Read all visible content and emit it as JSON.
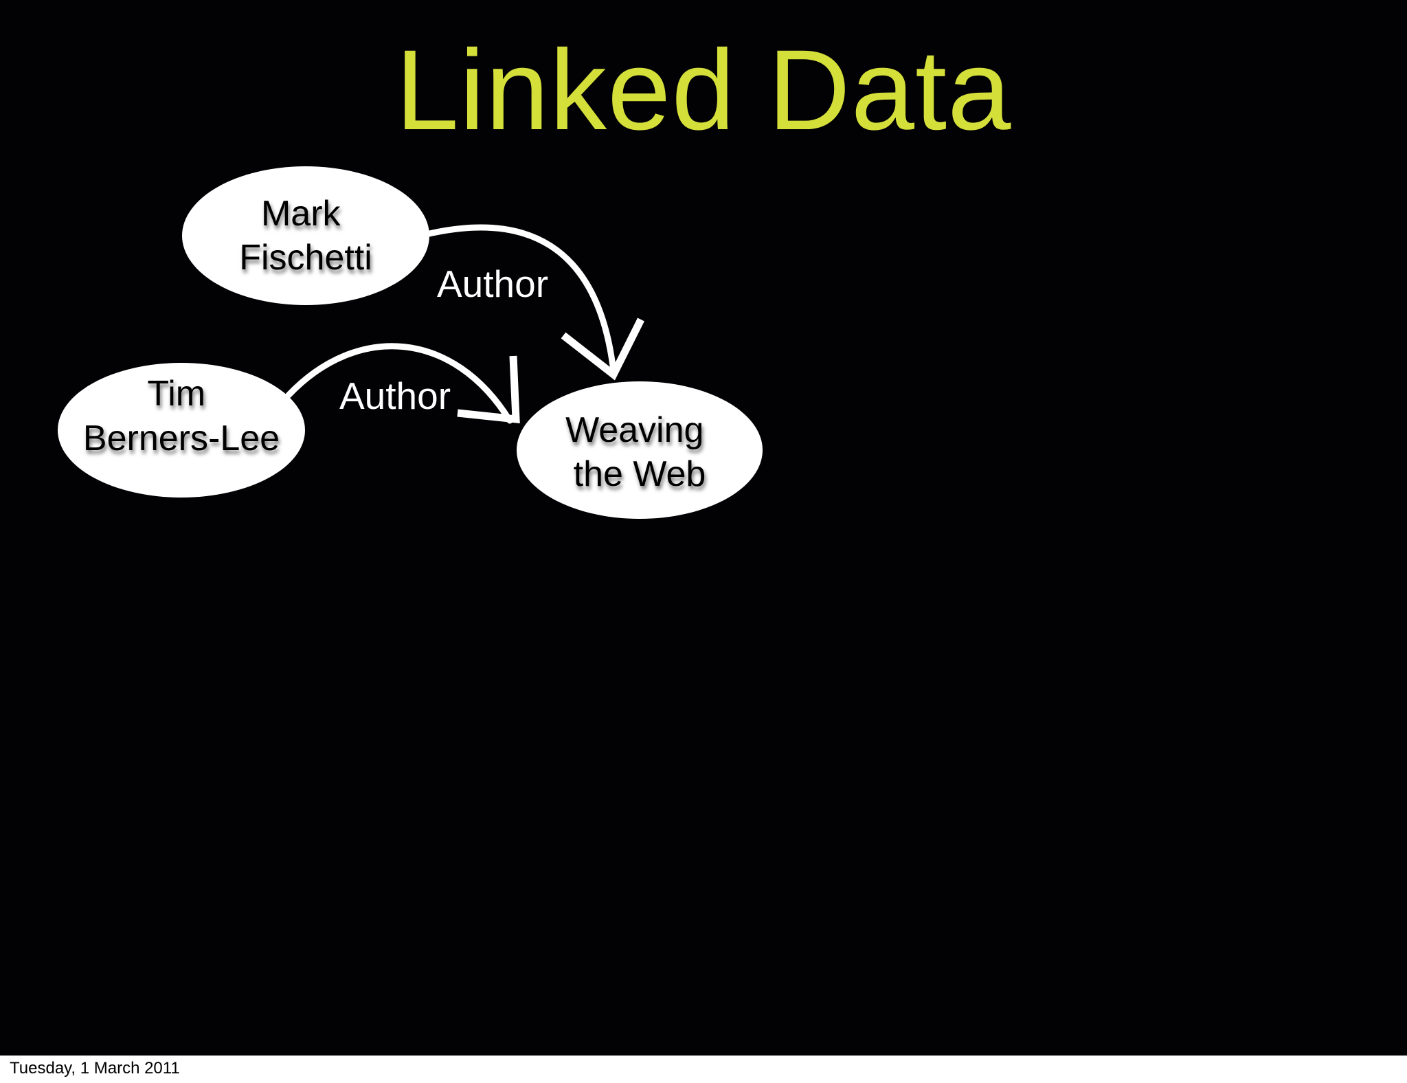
{
  "slide": {
    "title": "Linked Data",
    "title_color": "#d4df3a",
    "background_color": "#020104"
  },
  "diagram": {
    "nodes": [
      {
        "id": "mark",
        "line1": "Mark",
        "line2": "Fischetti"
      },
      {
        "id": "tim",
        "line1": "Tim",
        "line2": "Berners-Lee"
      },
      {
        "id": "book",
        "line1": "Weaving",
        "line2": "the Web"
      }
    ],
    "edges": [
      {
        "from": "mark",
        "to": "book",
        "label": "Author"
      },
      {
        "from": "tim",
        "to": "book",
        "label": "Author"
      }
    ]
  },
  "footer": {
    "date": "Tuesday, 1 March 2011"
  }
}
